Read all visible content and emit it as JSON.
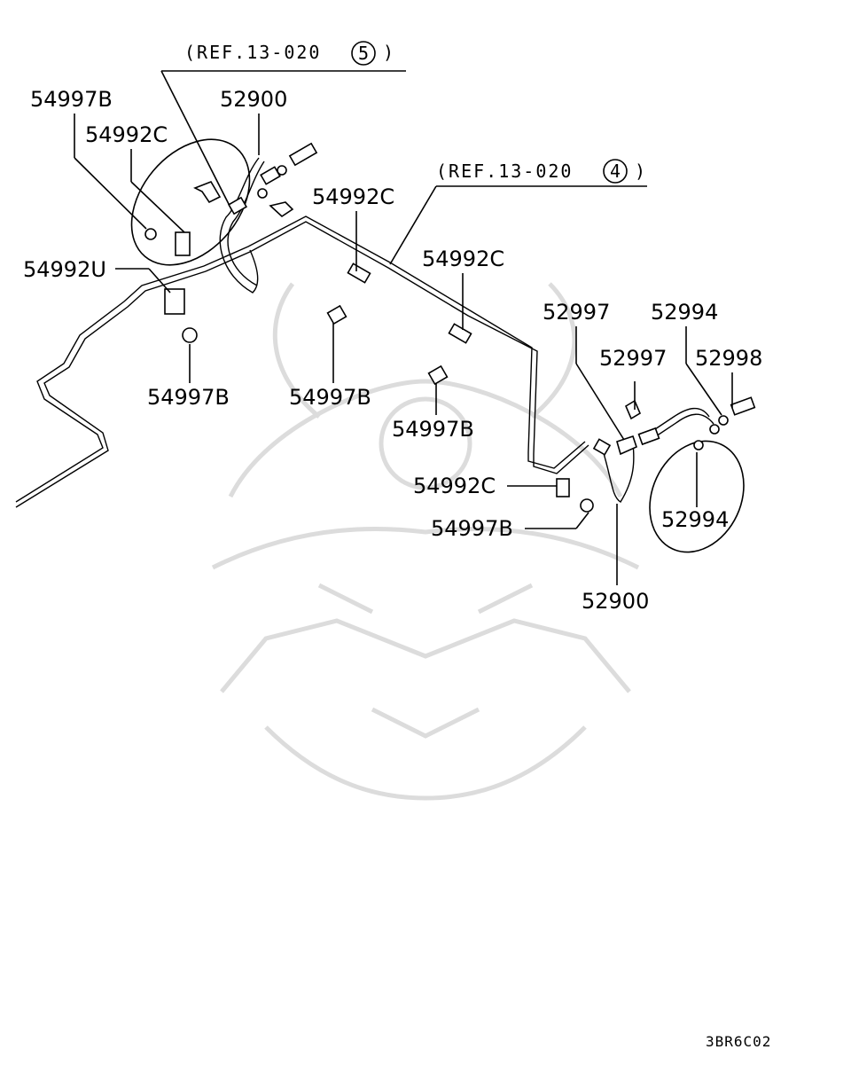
{
  "references": [
    {
      "text": "(REF.13-020",
      "num": "5",
      "close": ")"
    },
    {
      "text": "(REF.13-020",
      "num": "4",
      "close": ")"
    }
  ],
  "labels": [
    "54997B",
    "52900",
    "54992C",
    "54992C",
    "54992C",
    "54992U",
    "54997B",
    "54997B",
    "54997B",
    "52997",
    "52994",
    "52997",
    "52998",
    "54992C",
    "54997B",
    "52994",
    "52900"
  ],
  "diagram_code": "3BR6C02",
  "watermark_icon": "samurai-helmet-watermark-icon"
}
